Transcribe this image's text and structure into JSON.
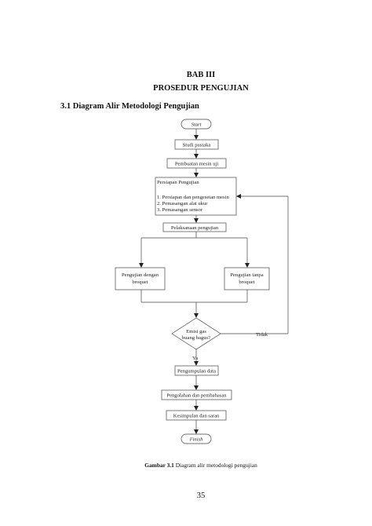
{
  "heading": {
    "chapter": "BAB III",
    "title": "PROSEDUR PENGUJIAN"
  },
  "section": {
    "title": "3.1 Diagram Alir Metodologi Pengujian"
  },
  "flowchart": {
    "start": "Start",
    "studi": "Studi pustaka",
    "pembuatan": "Pembuatan mesin uji",
    "persiapan_title": "Persiapan Pengujian",
    "persiapan_items": [
      "1. Persiapan dan pengesetan mesin",
      "2. Pemasangan alat ukur",
      "3. Pemasangan sensor"
    ],
    "pelaksanaan": "Pelaksanaan pengujian",
    "with_broquet": [
      "Pengujian dengan",
      "broquet"
    ],
    "without_broquet": [
      "Pengujian tanpa",
      "broquet"
    ],
    "decision": [
      "Emisi gas",
      "buang bagus?"
    ],
    "no_label": "Tidak",
    "yes_label": "Ya",
    "pengumpulan": "Pengumpulan data",
    "pengolahan": "Pengolahan dan pembahasan",
    "kesimpulan": "Kesimpulan dan saran",
    "finish": "Finish"
  },
  "caption": {
    "label": "Gambar 3.1",
    "text": " Diagram alir metodologi pengujian"
  },
  "page_number": "35"
}
